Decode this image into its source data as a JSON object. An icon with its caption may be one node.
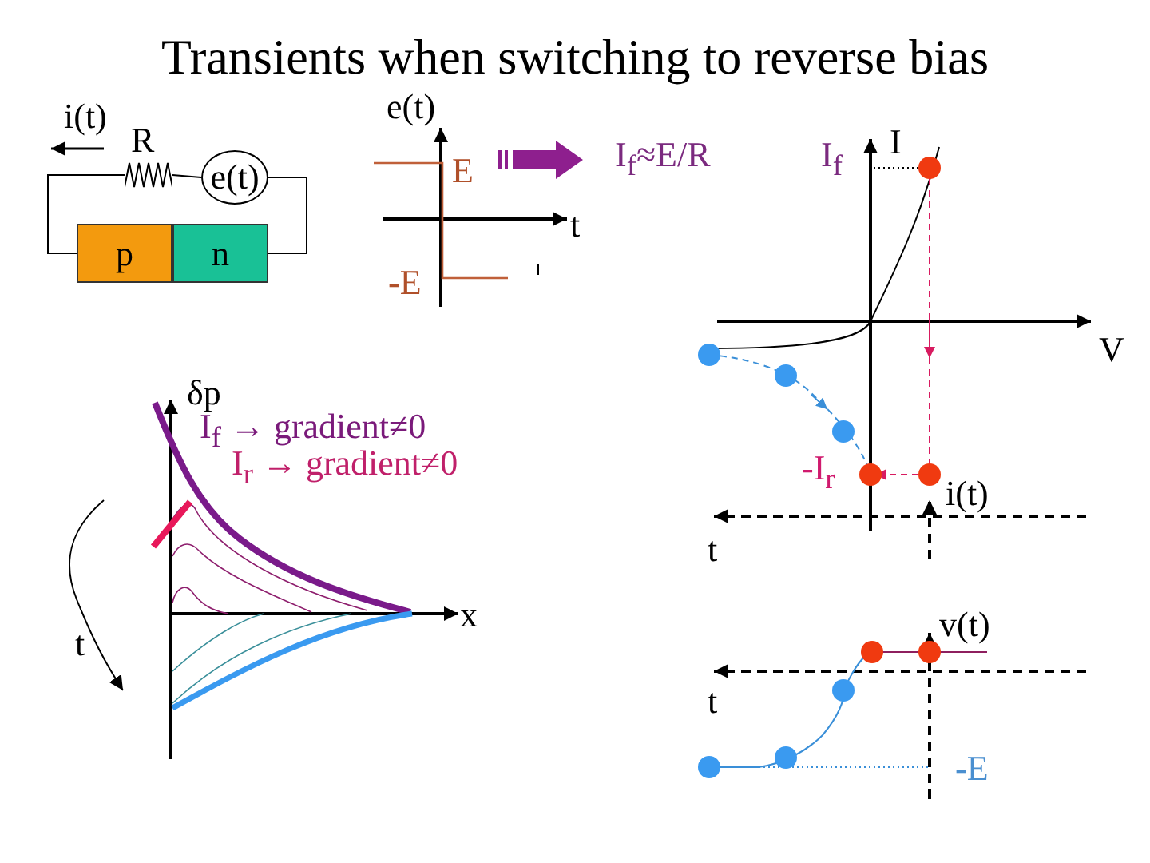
{
  "diagram": {
    "title": "Transients when switching to reverse bias",
    "nodes": [
      {
        "text": [],
        "shape": "resistor",
        "beside": [
          "R"
        ]
      },
      {
        "text": [
          "e(t)"
        ]
      },
      {
        "text": [
          "p"
        ]
      },
      {
        "text": [
          "n"
        ]
      }
    ],
    "edges": [
      {
        "from": 2,
        "to": 0,
        "arrow": "none"
      },
      {
        "from": 0,
        "to": 1,
        "arrow": "none"
      },
      {
        "from": 1,
        "to": 3,
        "arrow": "none"
      }
    ],
    "labels": [
      "i(t)",
      "e(t)",
      "E",
      "I$_{f}$≈E/R",
      "I$_{f}$",
      "I",
      "t",
      "-E",
      "V",
      "δp",
      "I$_{f}$ → gradient≠0",
      "I$_{r}$ → gradient≠0",
      "-I$_{r}$",
      "i(t)",
      "t",
      "x",
      "t",
      "v(t)",
      "t",
      "-E"
    ]
  }
}
